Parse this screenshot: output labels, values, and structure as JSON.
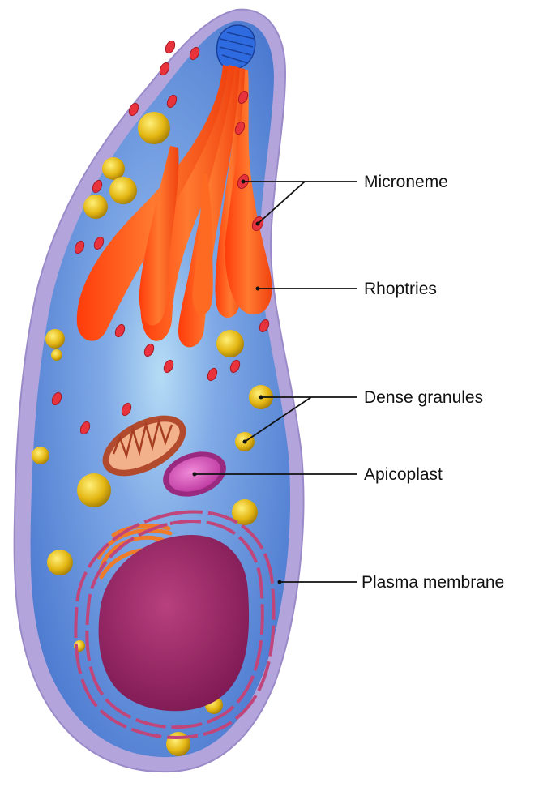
{
  "labels": {
    "microneme": "Microneme",
    "rhoptries": "Rhoptries",
    "dense_granules": "Dense granules",
    "apicoplast": "Apicoplast",
    "plasma_membrane": "Plasma membrane"
  },
  "colors": {
    "membrane": "#b3a4dc",
    "cytoplasm": "#4f7fd4",
    "cytoplasm_center": "#a9d3f2",
    "rhoptry": "#ff5a1a",
    "microneme": "#e8323c",
    "dense_granule": "#e0b511",
    "mitochondrion": "#e08a55",
    "apicoplast": "#d24bb0",
    "nucleus": "#8c1f5d",
    "golgi": "#f07c2a",
    "conoid": "#2f6be0",
    "leader_line": "#111111"
  }
}
